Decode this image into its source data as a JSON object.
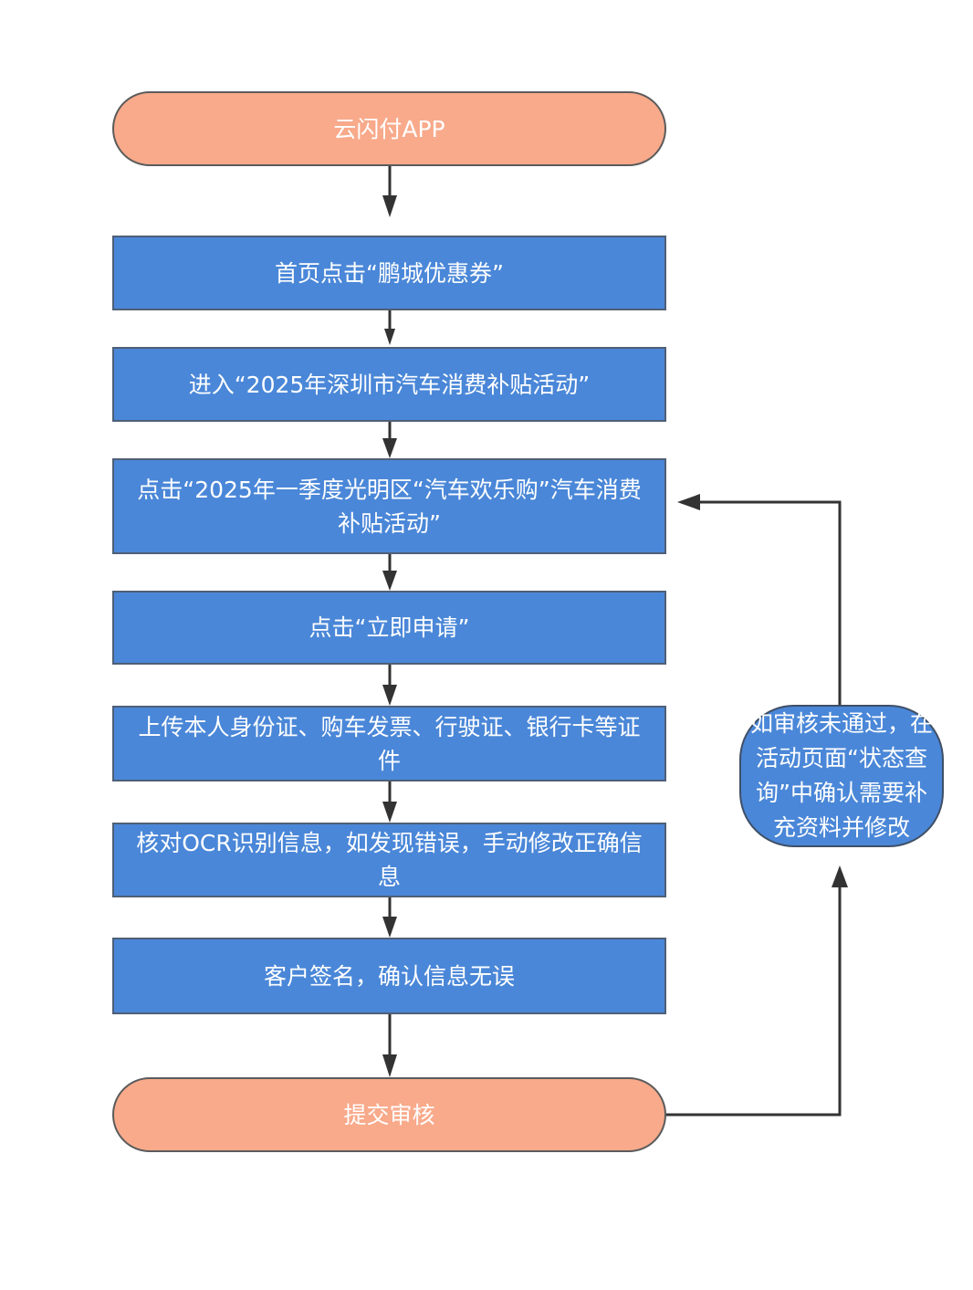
{
  "colors": {
    "terminal_fill": "#f8aa8b",
    "process_fill": "#4a87d8",
    "text": "#ffffff",
    "arrow": "#333333"
  },
  "nodes": {
    "start": "云闪付APP",
    "step1": "首页点击“鹏城优惠券”",
    "step2": "进入“2025年深圳市汽车消费补贴活动”",
    "step3": "点击“2025年一季度光明区“汽车欢乐购”汽车消费补贴活动”",
    "step4": "点击“立即申请”",
    "step5": "上传本人身份证、购车发票、行驶证、银行卡等证件",
    "step6": "核对OCR识别信息，如发现错误，手动修改正确信息",
    "step7": "客户签名，确认信息无误",
    "end": "提交审核",
    "feedback": "如审核未通过，在活动页面“状态查询”中确认需要补充资料并修改"
  }
}
